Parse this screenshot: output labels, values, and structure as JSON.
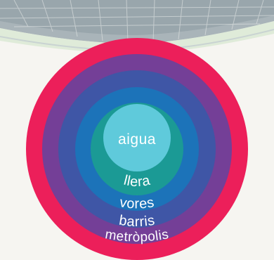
{
  "diagram": {
    "rings": [
      {
        "id": "metropolis",
        "label": "metròpolis",
        "color": "#ec1f5a"
      },
      {
        "id": "barris",
        "label": "barris",
        "color": "#743f97"
      },
      {
        "id": "vores",
        "label": "vores",
        "color": "#3f56a6"
      },
      {
        "id": "llera",
        "label": "llera",
        "color": "#1c73b9"
      },
      {
        "id": "inner",
        "label": "",
        "color": "#1b9a95"
      },
      {
        "id": "aigua",
        "label": "aigua",
        "color": "#5fcadb"
      }
    ],
    "background": {
      "description_icon": "aerial-map",
      "colors": {
        "sky": "#9aa7ad",
        "land": "#f4f3ee",
        "green": "#d6e7cf"
      }
    }
  }
}
